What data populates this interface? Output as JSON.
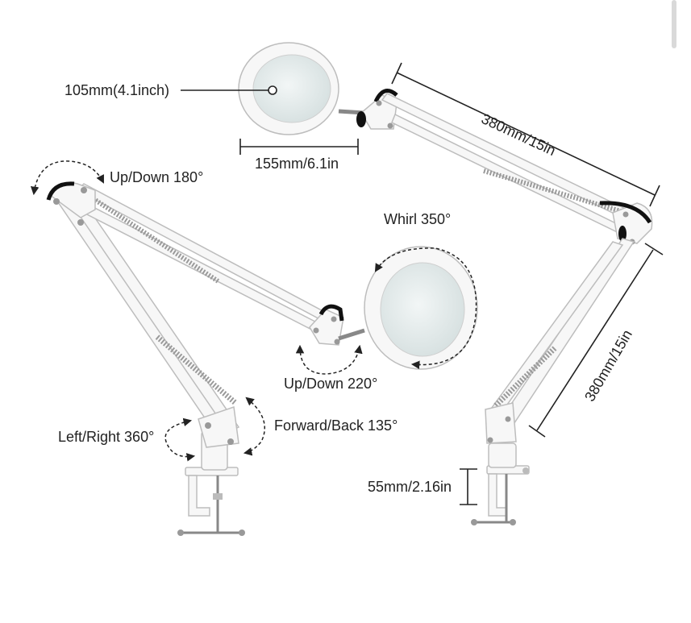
{
  "labels": {
    "head_diameter": "105mm(4.1inch)",
    "head_width": "155mm/6.1in",
    "upper_arm_length": "380mm/15in",
    "lower_arm_length": "380mm/15in",
    "top_joint_rotation": "Up/Down 180°",
    "head_whirl": "Whirl 350°",
    "head_tilt": "Up/Down 220°",
    "base_swivel": "Left/Right 360°",
    "lower_joint_tilt": "Forward/Back 135°",
    "clamp_opening": "55mm/2.16in"
  },
  "colors": {
    "lamp_body": "#f7f7f7",
    "lamp_outline": "#bdbdbd",
    "lens": "#e4ecec",
    "spring": "#9a9a9a",
    "dimension_line": "#222222",
    "text": "#222222",
    "knob": "#111111"
  }
}
